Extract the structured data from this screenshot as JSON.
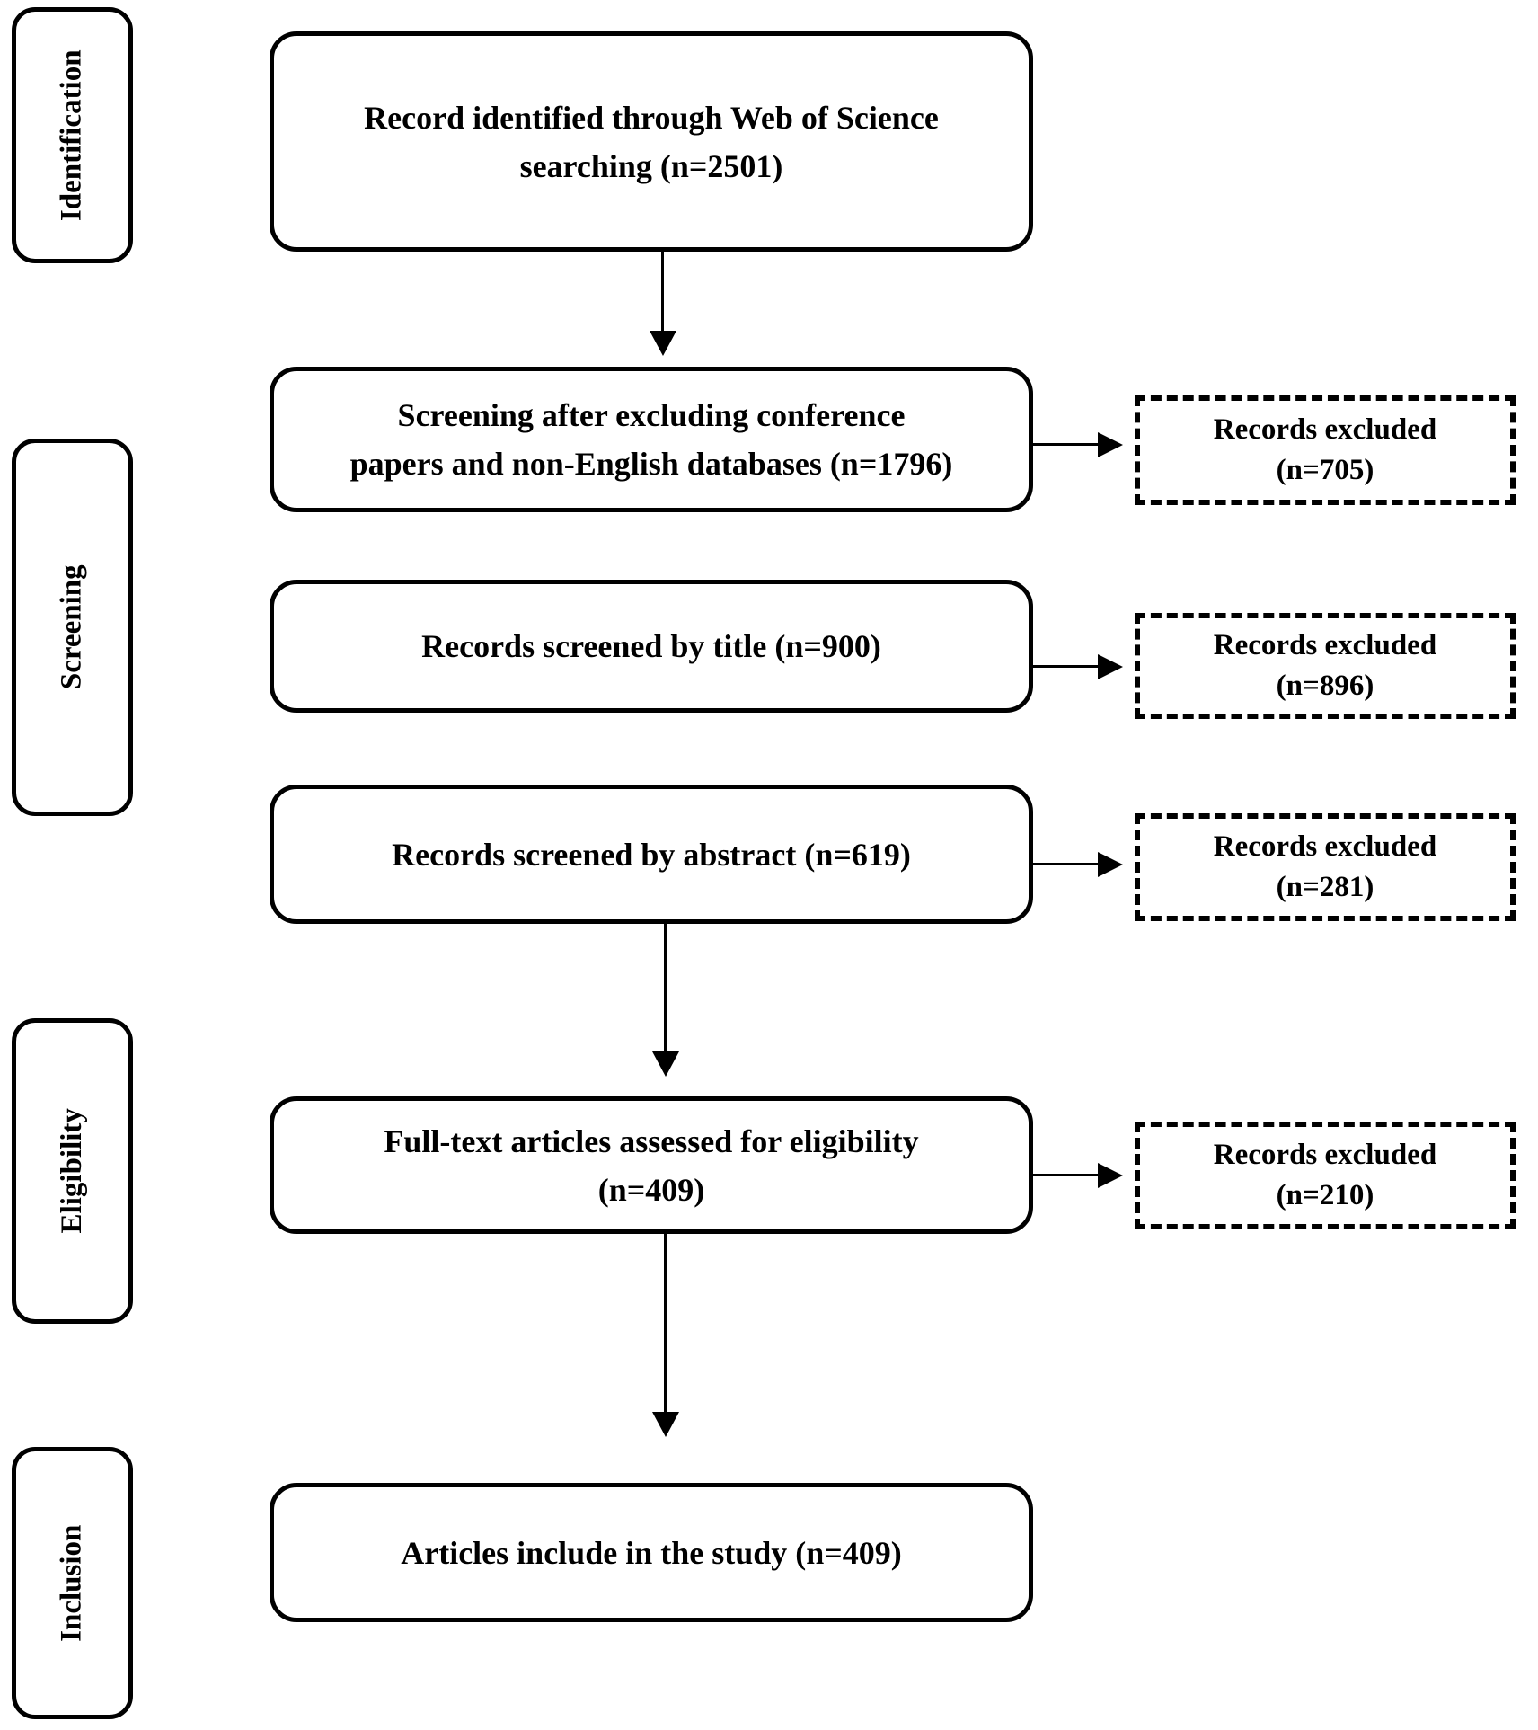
{
  "figure": {
    "type": "prisma-flow-diagram",
    "stage_labels": [
      {
        "label": "Identification"
      },
      {
        "label": "Screening"
      },
      {
        "label": "Eligibility"
      },
      {
        "label": "Inclusion"
      }
    ],
    "flow": [
      {
        "lines": [
          "Record identified through Web of Science",
          "searching (n=2501)"
        ],
        "n": 2501
      },
      {
        "lines": [
          "Screening after excluding conference",
          "papers and non-English databases (n=1796)"
        ],
        "n": 1796
      },
      {
        "lines": [
          "Records screened by title (n=900)"
        ],
        "n": 900
      },
      {
        "lines": [
          "Records screened by abstract (n=619)"
        ],
        "n": 619
      },
      {
        "lines": [
          "Full-text articles assessed for eligibility",
          "(n=409)"
        ],
        "n": 409
      },
      {
        "lines": [
          "Articles include in the study (n=409)"
        ],
        "n": 409
      }
    ],
    "excluded": [
      {
        "line1": "Records excluded",
        "line2": "(n=705)",
        "n": 705
      },
      {
        "line1": "Records excluded",
        "line2": "(n=896)",
        "n": 896
      },
      {
        "line1": "Records excluded",
        "line2": "(n=281)",
        "n": 281
      },
      {
        "line1": "Records excluded",
        "line2": "(n=210)",
        "n": 210
      }
    ],
    "colors": {
      "line": "#000000",
      "background": "#ffffff",
      "text": "#000000"
    }
  }
}
